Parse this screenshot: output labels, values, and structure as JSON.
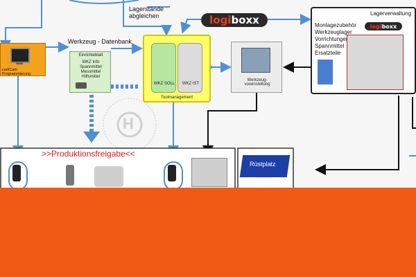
{
  "brand": {
    "part1": "logi",
    "part2": "boxx"
  },
  "labels": {
    "lager_abgleich": "Lagerstände\nabgleichen",
    "werkzeug_datenbank": "Werkzeug - Datenbank",
    "cam": "cad/Cam Programmierung",
    "wkz_soll": "WKZ SOLL",
    "wkz_ist": "WKZ IST",
    "toolmanagement": "Toolmanagement",
    "voreinstellung": "Werkzeug-\nvoreinstellung",
    "lagerverwaltung": "Lagerverwaltung",
    "lager_items": "Montagezubehör\nWerkzeuglager\nVorrichtungen\nSpannmittel\nErsatzteile",
    "produktionsfreigabe": ">>Produktionsfreigabe<<",
    "ruestplatz": "Rüstplatz",
    "watermark": "H"
  },
  "einrichteblatt": {
    "title": "Einrichteblatt",
    "lines": [
      "WKZ Info",
      "Spannmittel",
      "Messmittel",
      "Hilfsmittel"
    ]
  },
  "colors": {
    "accent_orange": "#f15a14",
    "arrow_blue": "#4f8fd6",
    "yellow": "#ffff66",
    "green": "#b6e6a0",
    "red_text": "#d71920"
  }
}
